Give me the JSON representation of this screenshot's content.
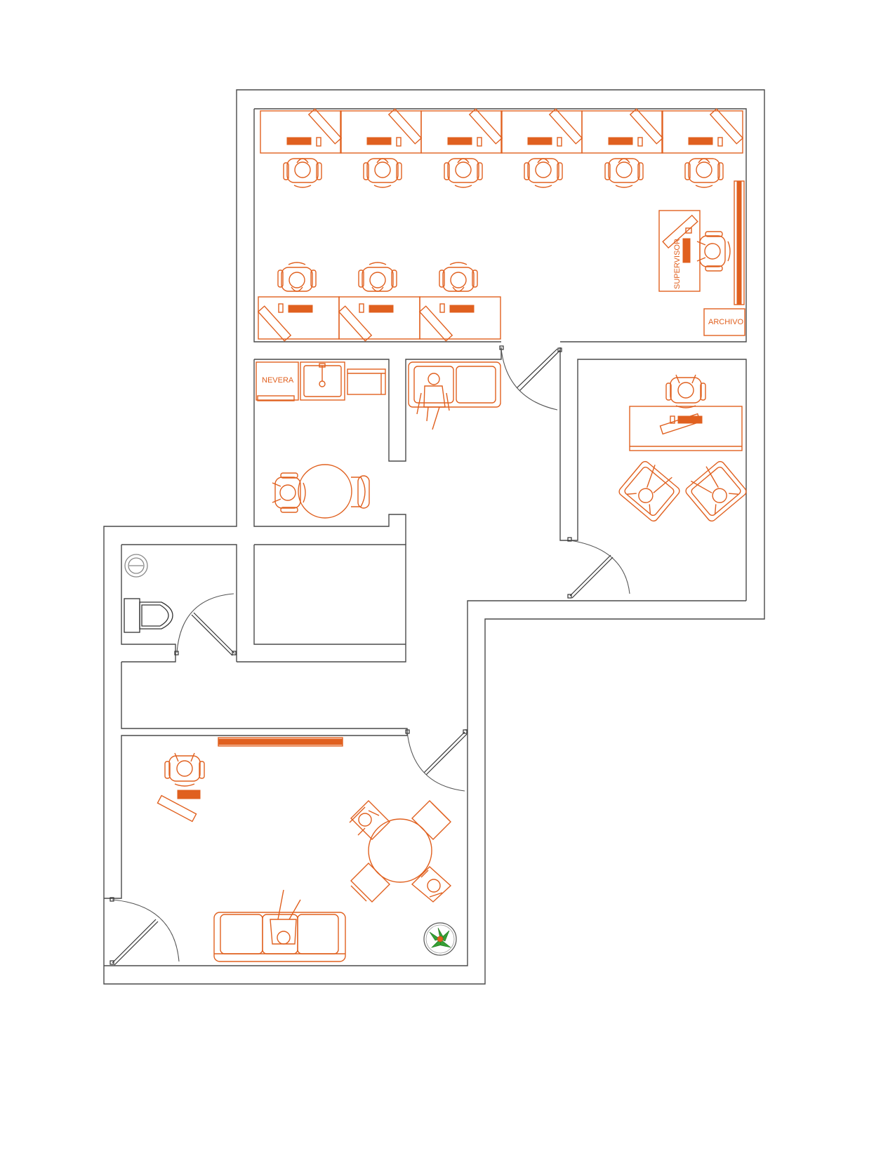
{
  "labels": {
    "fridge": "NEVERA",
    "supervisor": "SUPERVISOR",
    "archive": "ARCHIVO"
  },
  "colors": {
    "furniture": "#e0601f",
    "walls": "#4a4a4a",
    "plant": "#35a035"
  },
  "icons": {
    "workstation": "desk-chair-monitor-icon",
    "door": "door-swing-icon",
    "toilet": "toilet-icon",
    "sink": "sink-icon",
    "sofa": "sofa-icon",
    "plant": "plant-icon",
    "round_table": "round-table-icon",
    "armchair": "armchair-icon"
  }
}
